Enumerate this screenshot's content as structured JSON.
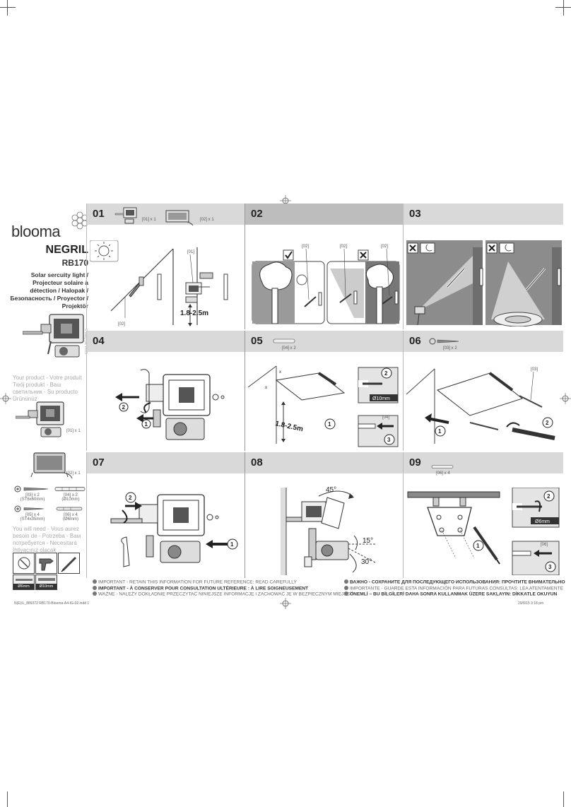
{
  "brand": {
    "name": "blooma"
  },
  "product": {
    "name": "NEGRIL",
    "code": "RB170",
    "desc_lines": [
      "Solar sercuity light /",
      "Projecteur solaire à",
      "détection / Halopak /",
      "Безопасность / Proyector /",
      "Projektör"
    ]
  },
  "sidebar": {
    "your_product": [
      "Your product - Votre produit",
      "Twój produkt - Ваш",
      "светильник - Su producto",
      "Ürününüz"
    ],
    "you_will_need": [
      "You will need - Vous aurez",
      "besoin de - Potrzeba - Вам",
      "потребуется - Necesitará",
      "İhtiyacınız olacak"
    ],
    "parts": {
      "p01": "[01] x 1",
      "p02": "[02] x 1",
      "p03": "[03] x 2",
      "p03_sub": "(ST6x60mm)",
      "p04": "[04] x 2",
      "p04_sub": "(Ø10mm)",
      "p05": "[05] x 4",
      "p05_sub": "(ST4x35mm)",
      "p06": "[06] x 4",
      "p06_sub": "(Ø6mm)"
    },
    "tool_labels": {
      "drill6": "Ø6mm",
      "drill10": "Ø10mm"
    },
    "vertical_note": "© B&Q plc 2015"
  },
  "panels": {
    "s01": {
      "num": "01",
      "part1": "[01] x 1",
      "part2": "[02] x 1",
      "label_a": "[02]",
      "label_b": "[01]",
      "height": "1.8-2.5m"
    },
    "s02": {
      "num": "02",
      "label1": "[02]",
      "label2": "[02]",
      "label3": "[02]"
    },
    "s03": {
      "num": "03"
    },
    "s04": {
      "num": "04",
      "step1": "1",
      "step2": "2"
    },
    "s05": {
      "num": "05",
      "part": "[04] x 2",
      "height": "1.8-2.5m",
      "drill": "Ø10mm",
      "label": "[04]",
      "x1": "x",
      "x2": "x",
      "step1": "1",
      "step2": "2",
      "step3": "3"
    },
    "s06": {
      "num": "06",
      "part": "[03] x 2",
      "label": "[03]",
      "step1": "1",
      "step2": "2"
    },
    "s07": {
      "num": "07",
      "step1": "1",
      "step2": "2"
    },
    "s08": {
      "num": "08",
      "angle1": "45°",
      "angle2": "15°",
      "angle3": "30°"
    },
    "s09": {
      "num": "09",
      "part": "[06] x 4",
      "drill": "Ø6mm",
      "label": "[06]",
      "step1": "1",
      "step2": "2",
      "step3": "3"
    }
  },
  "footer": {
    "left": [
      "IMPORTANT - RETAIN THIS INFORMATION FOR FUTURE REFERENCE: READ CAREFULLY",
      "IMPORTANT - À CONSERVER POUR CONSULTATION ULTÉRIEURE : À LIRE SOIGNEUSEMENT",
      "WAŻNE - NALEŻY DOKŁADNIE PRZECZYTAĆ NINIEJSZE INFORMACJE I ZACHOWAĆ JE W BEZPIECZNYM MIEJSCU"
    ],
    "right": [
      "ВАЖНО - СОХРАНИТЕ ДЛЯ ПОСЛЕДУЮЩЕГО ИСПОЛЬЗОВАНИЯ: ПРОЧТИТЕ ВНИМАТЕЛЬНО",
      "IMPORTANTE - GUARDE ESTA INFORMACIÓN PARA FUTURAS CONSULTAS: LEA ATENTAMENTE",
      "ÖNEMLİ – BU BİLGİLERİ DAHA SONRA KULLANMAK ÜZERE SAKLAYIN: DİKKATLE OKUYUN"
    ]
  },
  "slug": {
    "left": "N(E)IL_889372 RB170-Blooma-A4-IG-02.indd   1",
    "right": "29/8/15   3:18 pm"
  }
}
